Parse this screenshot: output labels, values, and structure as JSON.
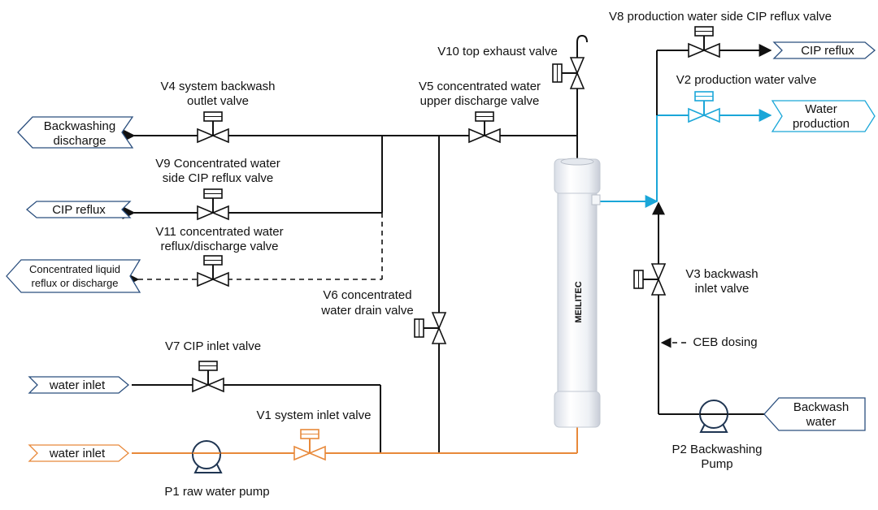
{
  "labels": {
    "v4": [
      "V4 system backwash",
      "outlet valve"
    ],
    "v9": [
      "V9 Concentrated water",
      "side CIP reflux valve"
    ],
    "v11": [
      "V11 concentrated water",
      "reflux/discharge valve"
    ],
    "v7": "V7 CIP inlet valve",
    "v1": "V1 system inlet valve",
    "p1": "P1 raw water pump",
    "v6": [
      "V6 concentrated",
      "water drain valve"
    ],
    "v5": [
      "V5 concentrated water",
      "upper discharge valve"
    ],
    "v10": "V10 top exhaust valve",
    "v8": "V8 production water side CIP reflux valve",
    "v2": "V2 production water valve",
    "v3": [
      "V3 backwash",
      "inlet valve"
    ],
    "ceb": "CEB dosing",
    "p2": [
      "P2 Backwashing",
      "Pump"
    ]
  },
  "tags": {
    "backwash_discharge": [
      "Backwashing",
      "discharge"
    ],
    "cip_reflux_left": "CIP reflux",
    "conc_liquid": [
      "Concentrated liquid",
      "reflux or discharge"
    ],
    "water_inlet_cip": "water inlet",
    "water_inlet_raw": "water inlet",
    "cip_reflux_right": "CIP reflux",
    "water_production": [
      "Water",
      "production"
    ],
    "backwash_water": [
      "Backwash",
      "water"
    ]
  },
  "module_brand": "MEILITEC",
  "colors": {
    "line_black": "#111111",
    "line_orange": "#e8893a",
    "line_cyan": "#1aa6d8",
    "tag_border": "#2b4f7e",
    "pump": "#1f3552"
  }
}
